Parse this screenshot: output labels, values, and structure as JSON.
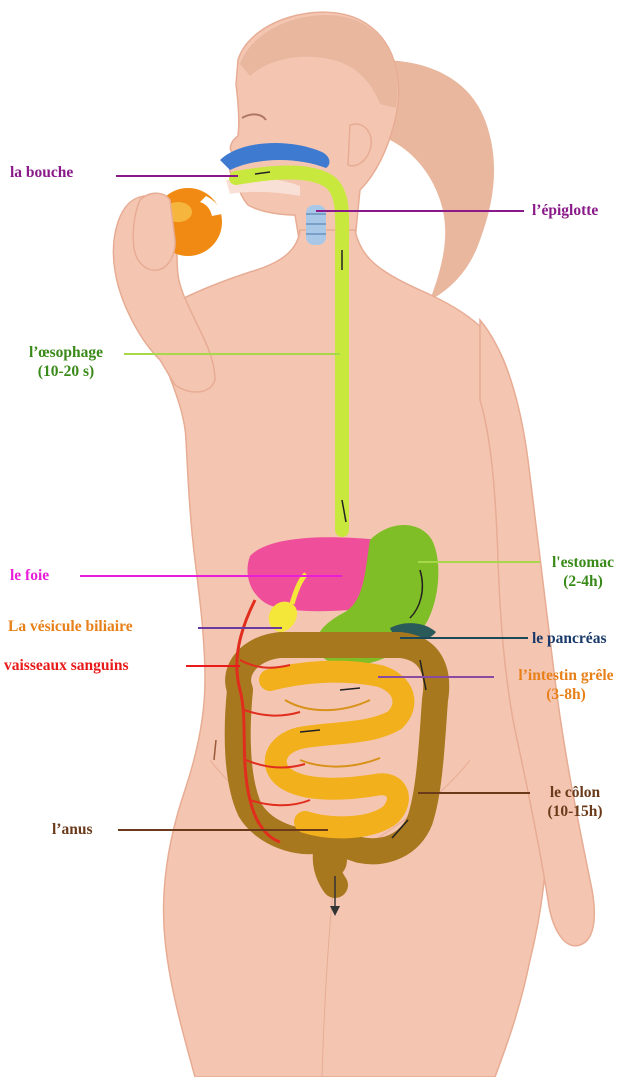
{
  "colors": {
    "skin": "#f4c6b2",
    "skin_outline": "#e7ac93",
    "hair": "#e9b79e",
    "mouth_cavity": "#3e7bd0",
    "esophagus": "#c9e83e",
    "liver": "#ef4f9a",
    "stomach": "#7fbe26",
    "small_intestine": "#f2b01d",
    "colon": "#a8781e",
    "vessels": "#e02d1d",
    "pancreas": "#2b5a5a",
    "apple": "#f08a12"
  },
  "labels": {
    "mouth": {
      "text": "la bouche",
      "color": "#8a1a8a"
    },
    "epiglottis": {
      "text": "l’épiglotte",
      "color": "#8a1a8a"
    },
    "esophagus": {
      "line1": "l’œsophage",
      "line2": "(10-20 s)",
      "color": "#3a8a1a"
    },
    "liver": {
      "text": "le foie",
      "color": "#e81fd8"
    },
    "stomach": {
      "line1": "l'estomac",
      "line2": "(2-4h)",
      "color": "#3a8a1a"
    },
    "gallbladder": {
      "text": "La vésicule biliaire",
      "color": "#e8801a"
    },
    "pancreas": {
      "text": "le pancréas",
      "color": "#1a3a6a"
    },
    "vessels": {
      "text": "vaisseaux sanguins",
      "color": "#e81a1a"
    },
    "small_intestine": {
      "line1": "l’intestin grêle",
      "line2": "(3-8h)",
      "color": "#e8801a"
    },
    "colon": {
      "line1": "le côlon",
      "line2": "(10-15h)",
      "color": "#6a3a1a"
    },
    "anus": {
      "text": "l’anus",
      "color": "#6a3a1a"
    }
  },
  "leader_colors": {
    "mouth": "#8a1a8a",
    "epiglottis": "#8a1a8a",
    "esophagus": "#a6d84a",
    "liver": "#e81fd8",
    "stomach": "#a6d84a",
    "gallbladder": "#6a3aa0",
    "pancreas": "#1a4a5a",
    "vessels": "#e81a1a",
    "small_intestine": "#8a4aa0",
    "colon": "#6a3a1a",
    "anus": "#6a3a1a"
  }
}
